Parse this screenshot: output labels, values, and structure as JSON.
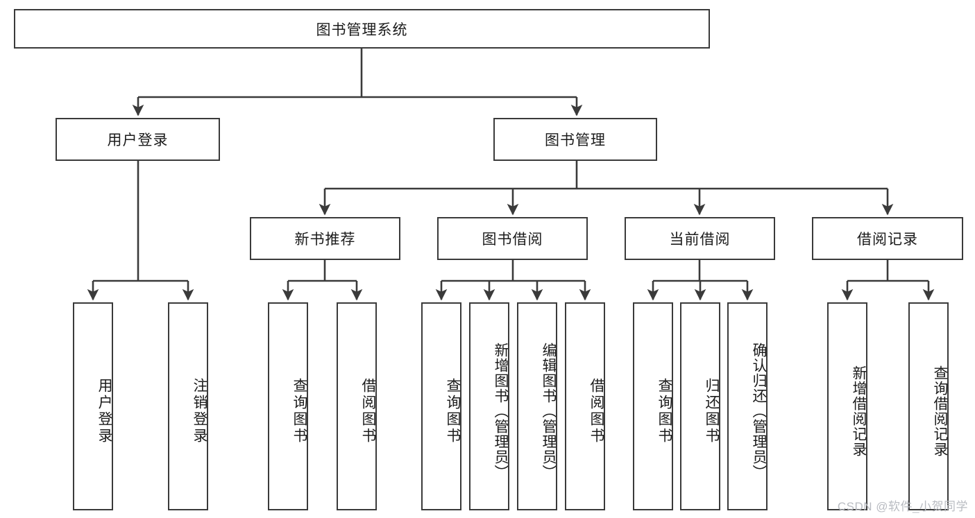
{
  "diagram": {
    "title": "图书管理系统",
    "watermark": "CSDN @软件_小贺同学",
    "line_color": "#3a3a3a",
    "background": "#ffffff",
    "text_color": "#1b1b1b",
    "root": {
      "label": "图书管理系统"
    },
    "level2": [
      {
        "label": "用户登录"
      },
      {
        "label": "图书管理"
      }
    ],
    "level3": [
      {
        "label": "新书推荐"
      },
      {
        "label": "图书借阅"
      },
      {
        "label": "当前借阅"
      },
      {
        "label": "借阅记录"
      }
    ],
    "leaves": {
      "user_login": [
        {
          "label": "用户登录"
        },
        {
          "label": "注销登录"
        }
      ],
      "new_book": [
        {
          "label": "查询图书"
        },
        {
          "label": "借阅图书"
        }
      ],
      "book_borrow": [
        {
          "label": "查询图书"
        },
        {
          "label": "新增图书（管理员）"
        },
        {
          "label": "编辑图书（管理员）"
        },
        {
          "label": "借阅图书"
        }
      ],
      "current_borrow": [
        {
          "label": "查询图书"
        },
        {
          "label": "归还图书"
        },
        {
          "label": "确认归还（管理员）"
        }
      ],
      "borrow_record": [
        {
          "label": "新增借阅记录"
        },
        {
          "label": "查询借阅记录"
        }
      ]
    }
  }
}
